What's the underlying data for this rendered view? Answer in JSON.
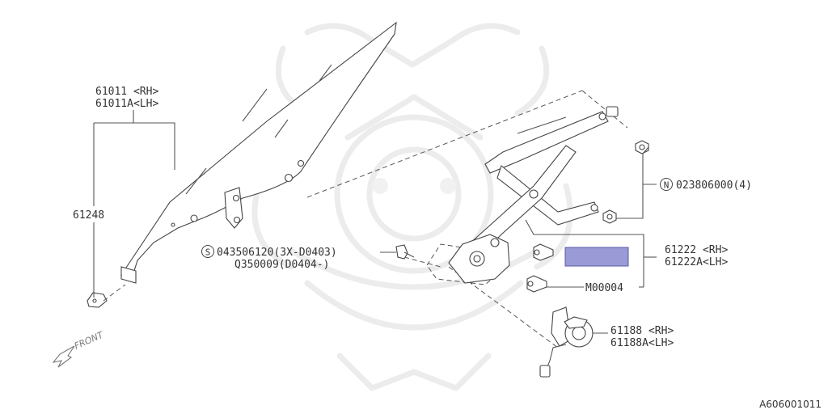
{
  "callouts": {
    "glass": {
      "rh": "61011 <RH>",
      "lh": "61011A<LH>"
    },
    "channel": "61248",
    "regulator": {
      "rh": "61222 <RH>",
      "lh": "61222A<LH>"
    },
    "nut": {
      "symbol": "N",
      "code": "023806000(4)"
    },
    "screw": {
      "symbol": "S",
      "line1": "043506120(3X-D0403)",
      "line2": "Q350009(D0404-)"
    },
    "bolt": "M00004",
    "motor": {
      "rh": "61188 <RH>",
      "lh": "61188A<LH>"
    }
  },
  "front_indicator": "FRONT",
  "figure_id": "A606001011",
  "highlight_color": "#9a9ad6"
}
